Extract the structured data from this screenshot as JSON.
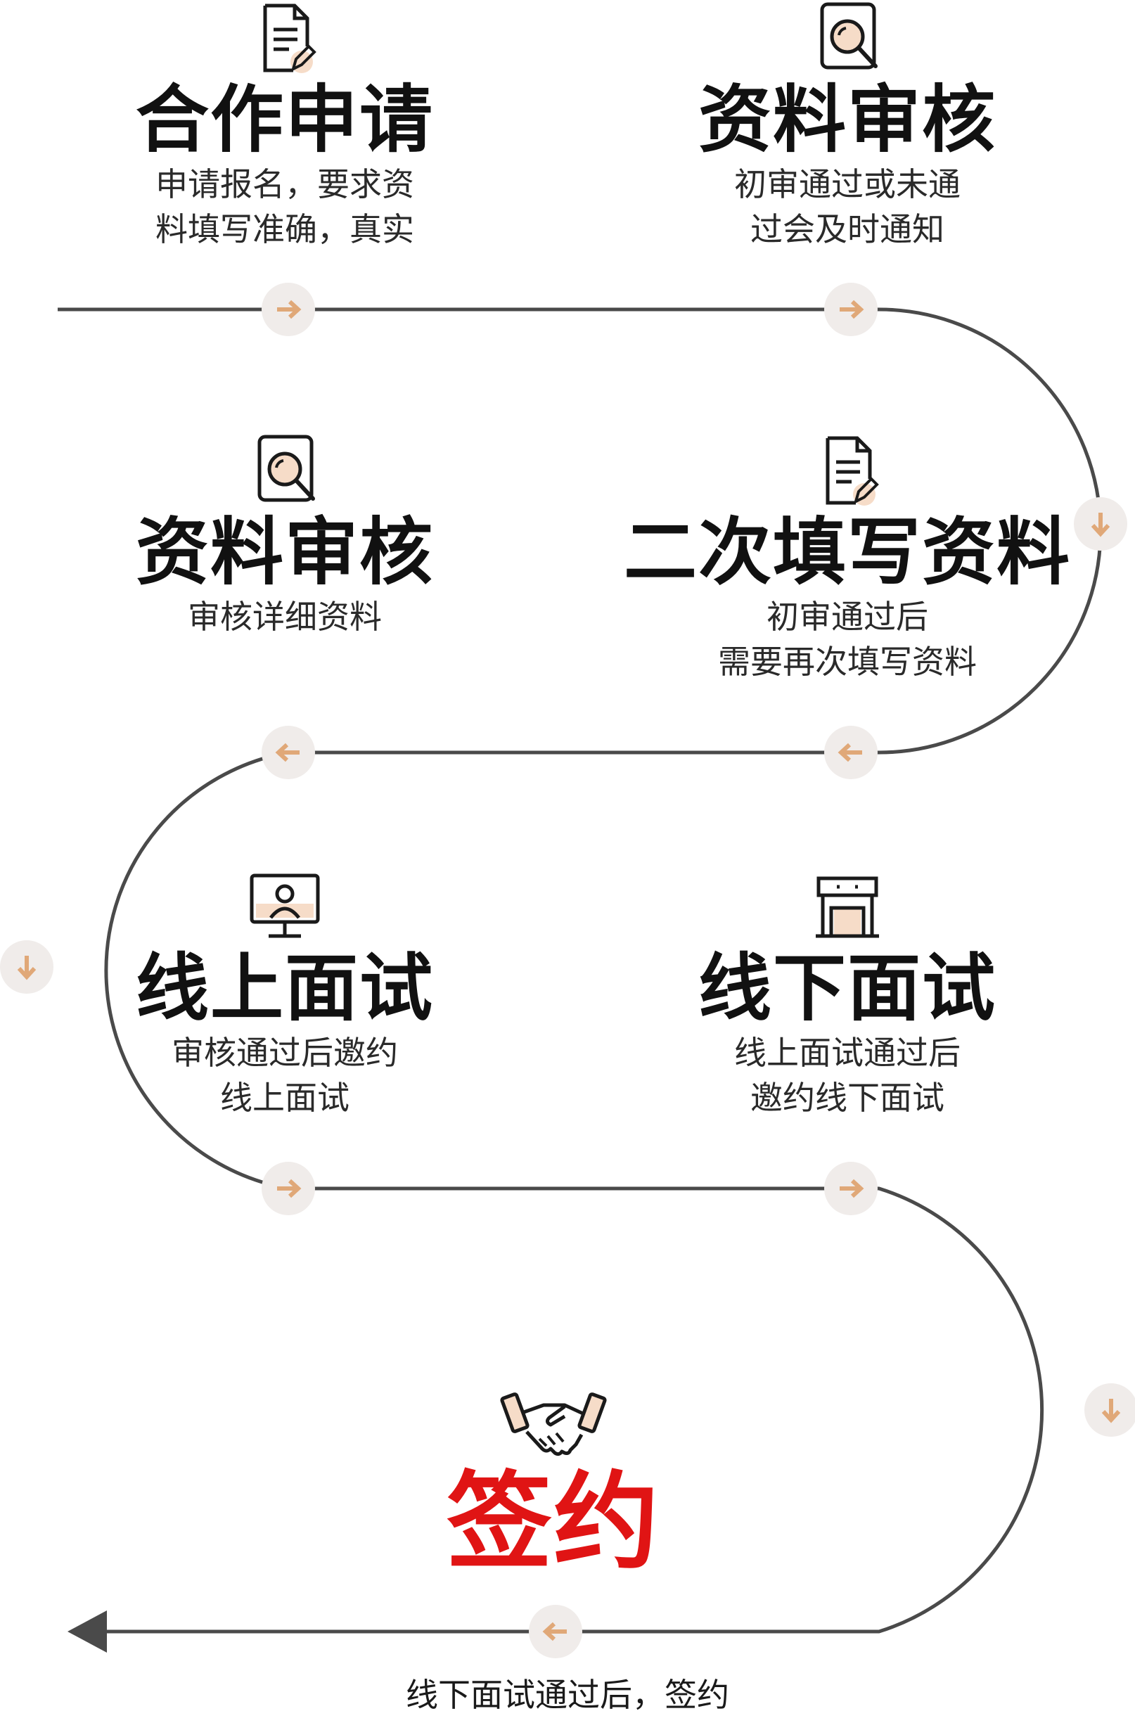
{
  "steps": [
    {
      "title": "合作申请",
      "desc": [
        "申请报名，要求资",
        "料填写准确，真实"
      ],
      "icon": "document-pen-icon"
    },
    {
      "title": "资料审核",
      "desc": [
        "初审通过或未通",
        "过会及时通知"
      ],
      "icon": "magnifier-icon"
    },
    {
      "title": "资料审核",
      "desc": [
        "审核详细资料"
      ],
      "icon": "magnifier-icon"
    },
    {
      "title": "二次填写资料",
      "desc": [
        "初审通过后",
        "需要再次填写资料"
      ],
      "icon": "document-pen-icon"
    },
    {
      "title": "线上面试",
      "desc": [
        "审核通过后邀约",
        "线上面试"
      ],
      "icon": "monitor-person-icon"
    },
    {
      "title": "线下面试",
      "desc": [
        "线上面试通过后",
        "邀约线下面试"
      ],
      "icon": "storefront-icon"
    },
    {
      "title": "签约",
      "icon": "handshake-icon"
    }
  ],
  "footer": "线下面试通过后，签约",
  "colors": {
    "line": "#4a4a4a",
    "accent": "#e0a878",
    "final_title": "#e01414",
    "badge": "#f0ecea"
  }
}
